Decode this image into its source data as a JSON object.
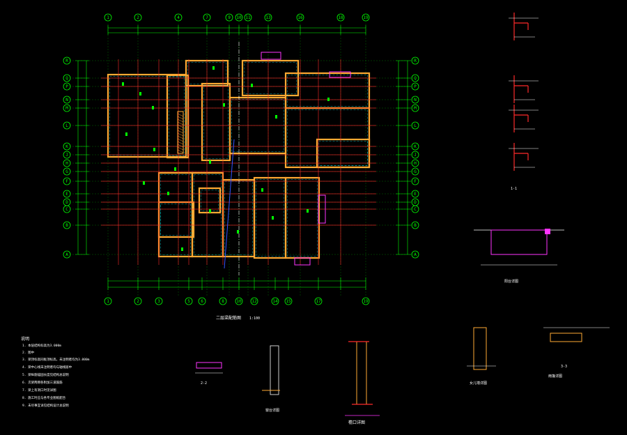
{
  "drawing": {
    "background": "#000000",
    "colors": {
      "axis": "#00ff00",
      "wall": "#ffaa33",
      "beam": "#ff2a2a",
      "dim": "#ffffff",
      "accent": "#ff33ff",
      "cyan": "#00ffff",
      "blue": "#3355ff"
    },
    "top_axis_labels": [
      "1",
      "2",
      "4",
      "7",
      "9",
      "10",
      "11",
      "13",
      "16",
      "18",
      "19"
    ],
    "bottom_axis_labels": [
      "1",
      "2",
      "3",
      "5",
      "6",
      "8",
      "10",
      "12",
      "14",
      "15",
      "17",
      "19"
    ],
    "left_axis_labels": [
      "R",
      "Q",
      "P",
      "N",
      "M",
      "L",
      "K",
      "J",
      "H",
      "G",
      "F",
      "E",
      "D",
      "C",
      "B",
      "A"
    ],
    "right_axis_labels": [
      "R",
      "Q",
      "P",
      "N",
      "M",
      "L",
      "K",
      "J",
      "H",
      "G",
      "F",
      "E",
      "D",
      "C",
      "B",
      "A"
    ],
    "plan_title": "二层梁配筋图",
    "plan_scale": "1:100",
    "notes_heading": "说明",
    "notes": [
      "1. 本层结构标高为3.000m",
      "2. 图中",
      "3. 梁顶标高同板顶标高，未注明者均为3.000m",
      "4. 梁中心线未注明者均与轴线居中",
      "5. 梁纵筋锚固长度见结构总说明",
      "6. 次梁两侧各附加三道箍筋",
      "7. 梁上有洞口时见详图",
      "8. 施工时应与各专业图纸配合",
      "9. 未尽事宜详见结构设计总说明"
    ],
    "detail_labels": {
      "section_1_1": "1-1",
      "section_2_2": "2-2",
      "section_3_3": "3-3",
      "parapet": "女儿墙详图",
      "window_sill": "窗台详图",
      "eave": "檐口详图",
      "balcony": "阳台详图",
      "canopy": "雨篷详图"
    }
  }
}
